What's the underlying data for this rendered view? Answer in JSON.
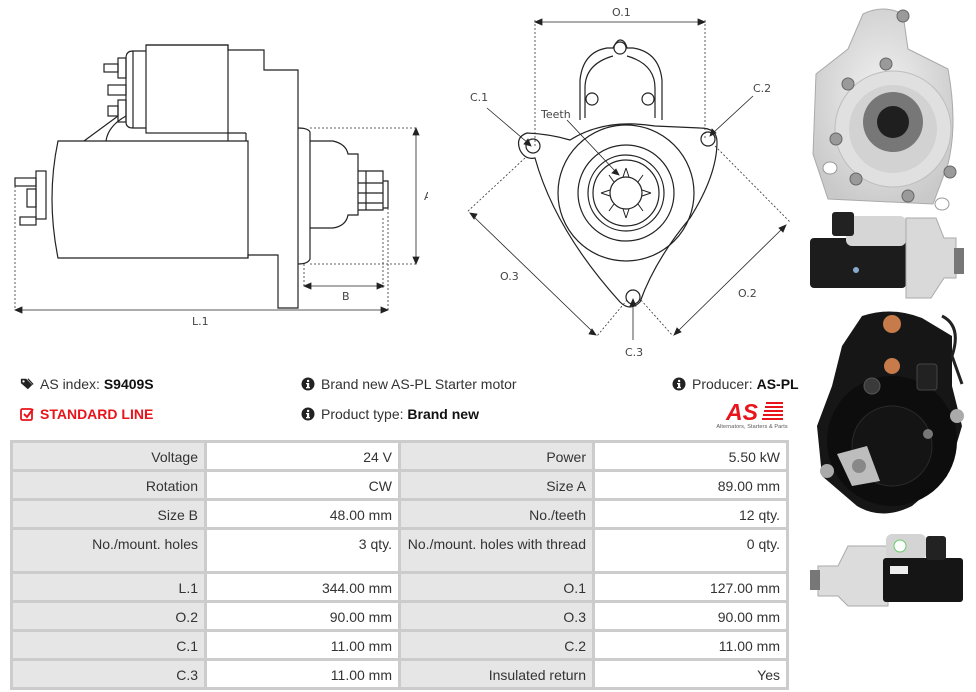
{
  "side_drawing": {
    "labels": {
      "a": "A",
      "b": "B",
      "l1": "L.1"
    }
  },
  "front_drawing": {
    "labels": {
      "o1": "O.1",
      "o2": "O.2",
      "o3": "O.3",
      "c1": "C.1",
      "c2": "C.2",
      "c3": "C.3",
      "teeth": "Teeth"
    }
  },
  "info": {
    "as_index_label": "AS index:",
    "as_index_value": "S9409S",
    "standard_line": "STANDARD LINE",
    "description": "Brand new AS-PL Starter motor",
    "product_type_label": "Product type:",
    "product_type_value": "Brand new",
    "producer_label": "Producer:",
    "producer_value": "AS-PL",
    "logo_text": "AS",
    "logo_tagline": "Alternators, Starters & Parts",
    "icons": {
      "index": "tags-icon",
      "standard": "check-square-icon",
      "info": "info-circle-icon"
    },
    "colors": {
      "accent": "#e8141b"
    }
  },
  "specs": [
    {
      "label1": "Voltage",
      "value1": "24 V",
      "label2": "Power",
      "value2": "5.50 kW"
    },
    {
      "label1": "Rotation",
      "value1": "CW",
      "label2": "Size A",
      "value2": "89.00 mm"
    },
    {
      "label1": "Size B",
      "value1": "48.00 mm",
      "label2": "No./teeth",
      "value2": "12 qty."
    },
    {
      "label1": "No./mount. holes",
      "value1": "3 qty.",
      "label2": "No./mount. holes with thread",
      "value2": "0 qty."
    },
    {
      "label1": "L.1",
      "value1": "344.00 mm",
      "label2": "O.1",
      "value2": "127.00 mm"
    },
    {
      "label1": "O.2",
      "value1": "90.00 mm",
      "label2": "O.3",
      "value2": "90.00 mm"
    },
    {
      "label1": "C.1",
      "value1": "11.00 mm",
      "label2": "C.2",
      "value2": "11.00 mm"
    },
    {
      "label1": "C.3",
      "value1": "11.00 mm",
      "label2": "Insulated return",
      "value2": "Yes"
    }
  ]
}
